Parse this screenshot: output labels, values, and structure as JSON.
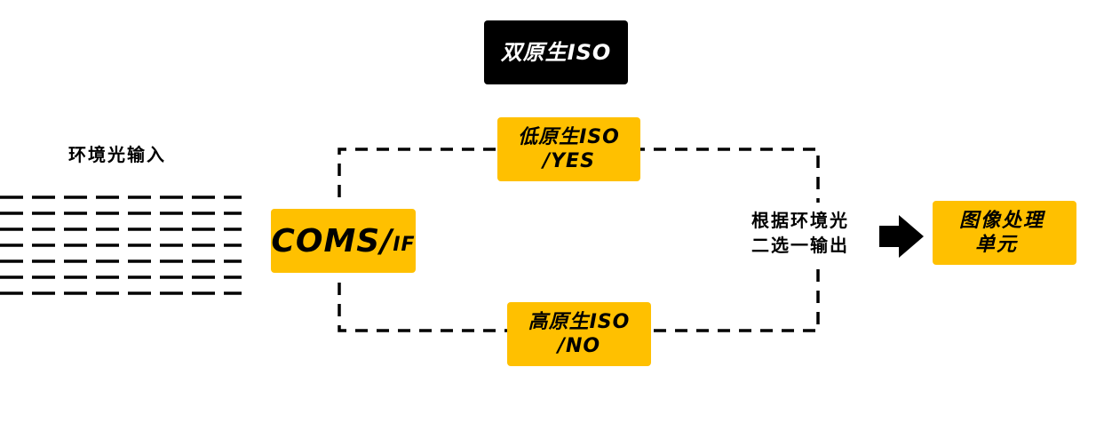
{
  "diagram": {
    "title": "双原生ISO",
    "ambient_input_label": "环境光输入",
    "sensor": {
      "main": "COMS/",
      "sub": "IF"
    },
    "low_iso": {
      "line1": "低原生ISO",
      "line2": "/YES"
    },
    "high_iso": {
      "line1": "高原生ISO",
      "line2": "/NO"
    },
    "select_label": {
      "line1": "根据环境光",
      "line2": "二选一输出"
    },
    "processor": {
      "line1": "图像处理",
      "line2": "单元"
    },
    "colors": {
      "accent": "#ffc000",
      "title_background": "#000000",
      "title_text": "#ffffff",
      "line": "#000000"
    }
  }
}
